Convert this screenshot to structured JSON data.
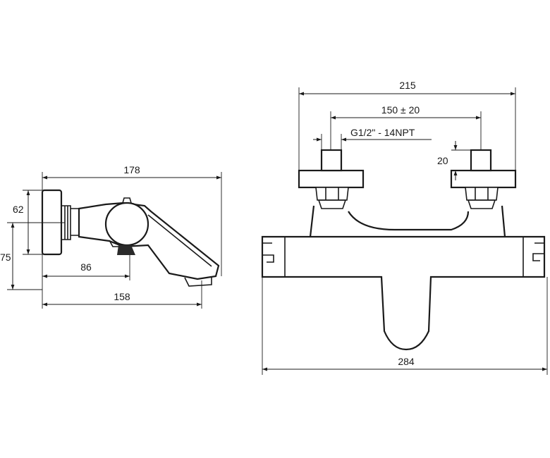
{
  "side_view": {
    "dim_total_depth": "178",
    "dim_height": "62",
    "dim_mount_height": "75",
    "dim_handle_offset": "86",
    "dim_spout_depth": "158"
  },
  "front_view": {
    "dim_handle_width": "215",
    "dim_inlet_spacing": "150 ± 20",
    "dim_thread": "G1/2\" - 14NPT",
    "dim_inlet_length": "20",
    "dim_total_width": "284"
  },
  "colors": {
    "line": "#1a1a1a",
    "background": "#ffffff"
  }
}
